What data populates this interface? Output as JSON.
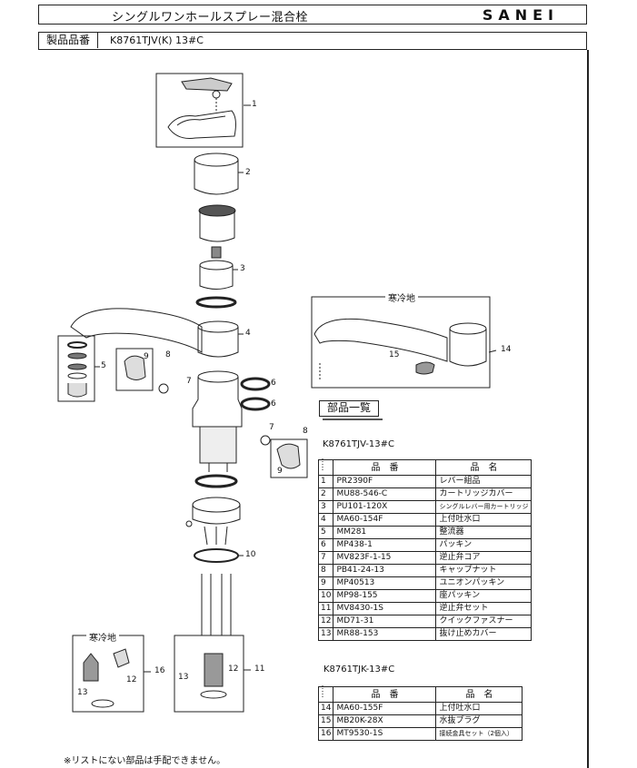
{
  "header": {
    "title": "シングルワンホールスプレー混合栓",
    "brand": "SANEI",
    "model_label": "製品品番",
    "model_value": "K8761TJV(K)  13#C"
  },
  "callouts": {
    "c1": "1",
    "c2": "2",
    "c3": "3",
    "c4": "4",
    "c5": "5",
    "c6a": "6",
    "c6b": "6",
    "c7a": "7",
    "c7b": "7",
    "c8a": "8",
    "c8b": "8",
    "c9a": "9",
    "c9b": "9",
    "c10": "10",
    "c11": "11",
    "c12a": "12",
    "c12b": "12",
    "c13a": "13",
    "c13b": "13",
    "c14": "14",
    "c15": "15",
    "c16": "16"
  },
  "insets": {
    "cold_region_top": "寒冷地",
    "cold_region_bottom": "寒冷地"
  },
  "parts_list_label": "部品一覧",
  "table1": {
    "caption": "K8761TJV-13#C",
    "col_part": "品　番",
    "col_name": "品　名",
    "rows": [
      {
        "no": "1",
        "part": "PR2390F",
        "name": "レバー組品"
      },
      {
        "no": "2",
        "part": "MU88-546-C",
        "name": "カートリッジカバー"
      },
      {
        "no": "3",
        "part": "PU101-120X",
        "name": "シングルレバー用カートリッジ"
      },
      {
        "no": "4",
        "part": "MA60-154F",
        "name": "上付吐水口"
      },
      {
        "no": "5",
        "part": "MM281",
        "name": "整流器"
      },
      {
        "no": "6",
        "part": "MP438-1",
        "name": "パッキン"
      },
      {
        "no": "7",
        "part": "MV823F-1-15",
        "name": "逆止弁コア"
      },
      {
        "no": "8",
        "part": "PB41-24-13",
        "name": "キャップナット"
      },
      {
        "no": "9",
        "part": "MP40513",
        "name": "ユニオンパッキン"
      },
      {
        "no": "10",
        "part": "MP98-155",
        "name": "座パッキン"
      },
      {
        "no": "11",
        "part": "MV8430-1S",
        "name": "逆止弁セット"
      },
      {
        "no": "12",
        "part": "MD71-31",
        "name": "クイックファスナー"
      },
      {
        "no": "13",
        "part": "MR88-153",
        "name": "抜け止めカバー"
      }
    ]
  },
  "table2": {
    "caption": "K8761TJK-13#C",
    "col_part": "品　番",
    "col_name": "品　名",
    "rows": [
      {
        "no": "14",
        "part": "MA60-155F",
        "name": "上付吐水口"
      },
      {
        "no": "15",
        "part": "MB20K-28X",
        "name": "水抜プラグ"
      },
      {
        "no": "16",
        "part": "MT9530-1S",
        "name": "接続金具セット（2個入）"
      }
    ]
  },
  "footnote": "※リストにない部品は手配できません。"
}
